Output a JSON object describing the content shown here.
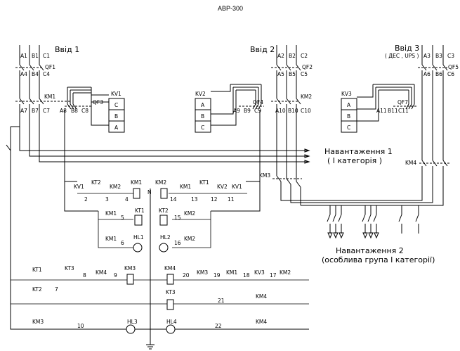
{
  "title": "АВР-300",
  "inputs": [
    {
      "label": "Ввід 1",
      "phases": [
        "A1",
        "B1",
        "C1"
      ],
      "qf_top": "QF1",
      "phases_mid": [
        "A4",
        "B4",
        "C4"
      ],
      "km": "KM1",
      "phases_low": [
        "A7",
        "B7",
        "C7"
      ],
      "ctrl_phases": [
        "A8",
        "B8",
        "C8"
      ],
      "qf_ctrl": "QF3",
      "relay": "KV1"
    },
    {
      "label": "Ввід 2",
      "phases": [
        "A2",
        "B2",
        "C2"
      ],
      "qf_top": "QF2",
      "phases_mid": [
        "A5",
        "B5",
        "C5"
      ],
      "km": "KM2",
      "phases_low": [
        "A10",
        "B10",
        "C10"
      ],
      "ctrl_phases": [
        "A9",
        "B9",
        "C9"
      ],
      "qf_ctrl": "QF4",
      "relay": "KV2"
    },
    {
      "label": "Ввід 3",
      "sublabel": "( ДЕС , UPS )",
      "phases": [
        "A3",
        "B3",
        "C3"
      ],
      "qf_top": "QF5",
      "phases_mid": [
        "A6",
        "B6",
        "C6"
      ],
      "km": "KM4",
      "ctrl_phases": [
        "A11",
        "B11",
        "C11"
      ],
      "qf_ctrl": "QF7",
      "relay": "KV3"
    }
  ],
  "relay_coil_phases": [
    "C",
    "B",
    "A"
  ],
  "km3_label": "KM3",
  "loads": {
    "load1_title": "Навантаження 1",
    "load1_sub": "( I категорія )",
    "load2_title": "Навантаження 2",
    "load2_sub": "(особлива група I категорії)"
  },
  "control": {
    "row1": [
      "KV1",
      "KT2",
      "KM2",
      "KM1",
      "N",
      "KM2",
      "KM1",
      "KT1",
      "KV2",
      "KV1"
    ],
    "row1_nodes": [
      "2",
      "3",
      "4",
      "14",
      "13",
      "12",
      "11"
    ],
    "row2": [
      "KM1",
      "KT1",
      "KT2",
      "KM2"
    ],
    "row2_nodes": [
      "5",
      "15"
    ],
    "row3": [
      "KM1",
      "HL1",
      "HL2",
      "KM2"
    ],
    "row3_nodes": [
      "6",
      "16"
    ],
    "row4": [
      "KT1",
      "KT3",
      "KM4",
      "KM3",
      "KM4",
      "KM3",
      "KM1",
      "KV3",
      "KM2"
    ],
    "row4_nodes": [
      "8",
      "9",
      "20",
      "19",
      "18",
      "17"
    ],
    "row5": [
      "KT2",
      "KT3",
      "KM4"
    ],
    "row5_nodes": [
      "7",
      "21"
    ],
    "row6": [
      "KM3",
      "HL3",
      "HL4",
      "KM4"
    ],
    "row6_nodes": [
      "10",
      "22"
    ]
  }
}
